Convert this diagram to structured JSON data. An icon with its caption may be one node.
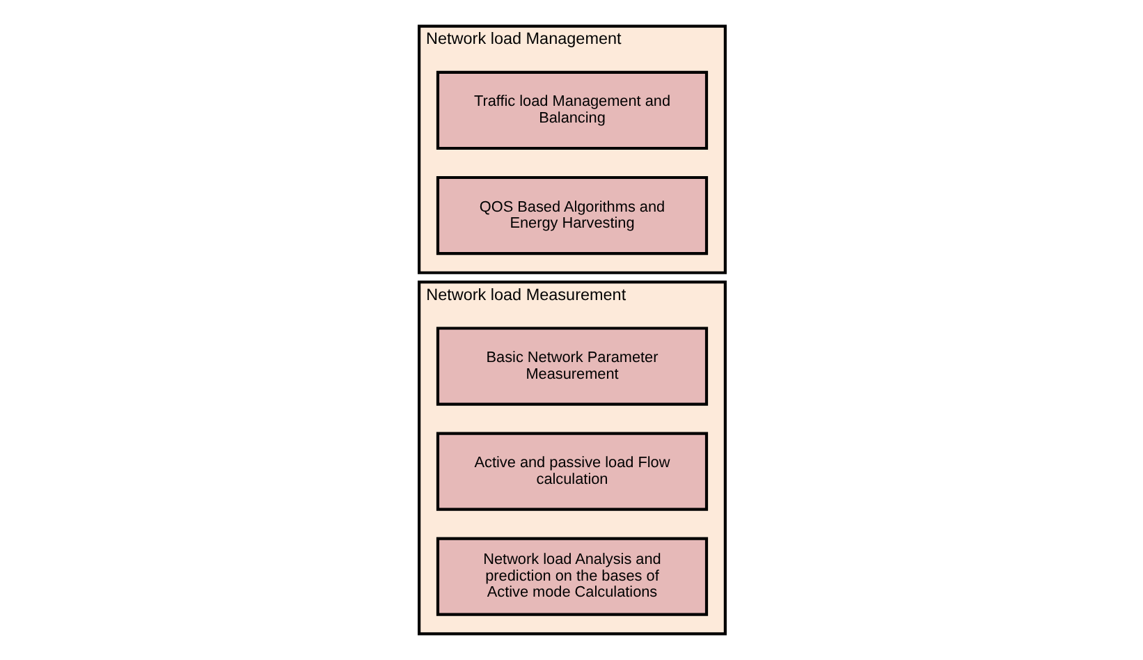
{
  "diagram": {
    "nodes": [
      {
        "text": [
          "Network load Measurement"
        ]
      },
      {
        "text": [
          "Basic Network Parameter Measurement"
        ],
        "in": 0
      },
      {
        "text": [
          "Active and passive load Flow calculation"
        ],
        "in": 0
      },
      {
        "text": [
          "Network load Analysis and prediction on the bases of Active mode Calculations"
        ],
        "in": 0
      },
      {
        "text": [
          "Network load Management"
        ]
      },
      {
        "text": [
          "Traffic load Management and Balancing"
        ],
        "in": 4
      },
      {
        "text": [
          "QOS Based Algorithms and Energy Harvesting"
        ],
        "in": 4
      }
    ],
    "edges": []
  }
}
